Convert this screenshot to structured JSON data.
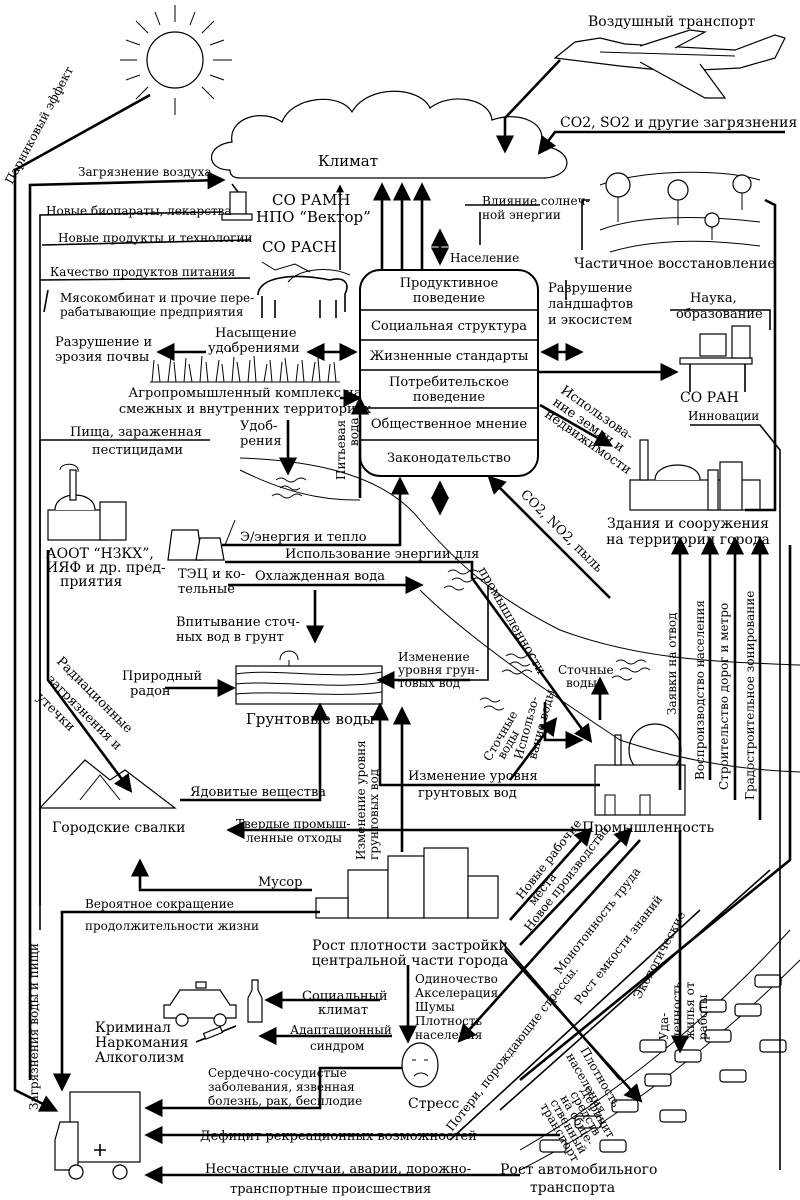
{
  "labels": {
    "air_transport": "Воздушный транспорт",
    "co2_so2": "CO2, SO2 и другие загрязнения",
    "greenhouse": "Парниковый эффект",
    "air_pollution": "Загрязнение воздуха",
    "climate": "Климат",
    "so_ramn": "СО РАМН",
    "npo_vector": "НПО “Вектор”",
    "new_bioprep": "Новые биопараты, лекарства",
    "new_products": "Новые продукты и технологии",
    "so_rasn": "СО РАСН",
    "food_quality": "Качество продуктов питания",
    "meat_plant_1": "Мясокомбинат и прочие пере-",
    "meat_plant_2": "рабатывающие предприятия",
    "solar_1": "Влияние солнеч-",
    "solar_2": "ной энергии",
    "population": "Население",
    "partial_restore": "Частичное восстановление",
    "landscape_1": "Разрушение",
    "landscape_2": "ландшафтов",
    "landscape_3": "и экосистем",
    "science_1": "Наука,",
    "science_2": "образование",
    "so_ran": "СО РАН",
    "innovations": "Инновации",
    "fert_sat_1": "Насыщение",
    "fert_sat_2": "удобрениями",
    "soil_1": "Разрушение и",
    "soil_2": "эрозия почвы",
    "agro_1": "Агропромышленный комплекс на",
    "agro_2": "смежных и внутренних территориях",
    "fertilizers_1": "Удоб-",
    "fertilizers_2": "рения",
    "drink_water_1": "Питьевая",
    "drink_water_2": "вода",
    "food_pest_1": "Пища, зараженная",
    "food_pest_2": "пестицидами",
    "land_use_1": "Использова-",
    "land_use_2": "ние земли и",
    "land_use_3": "недвижимости",
    "co2_no2": "CO2, NO2, пыль",
    "buildings_1": "Здания и сооружения",
    "buildings_2": "на территории города",
    "aoot_1": "АООТ “НЗКХ”,",
    "aoot_2": "ИЯФ и др. пред-",
    "aoot_3": "приятия",
    "energy_heat": "Э/энергия и тепло",
    "energy_use": "Использование энергии для",
    "industry_use": "промышленности",
    "tec_1": "ТЭЦ и ко-",
    "tec_2": "тельные",
    "cooled_water": "Охлажденная вода",
    "seepage_1": "Впитывание сточ-",
    "seepage_2": "ных вод в грунт",
    "natural_radon_1": "Природный",
    "natural_radon_2": "радон",
    "gw_level_1": "Изменение",
    "gw_level_2": "уровня грун-",
    "gw_level_3": "товых вод",
    "groundwater": "Грунтовые воды",
    "waste_water_top_1": "Сточные",
    "waste_water_top_2": "воды",
    "waste_water_mid_1": "Сточные",
    "waste_water_mid_2": "воды",
    "water_use_1": "Использо-",
    "water_use_2": "вание воды",
    "radiation_1": "Радиационные",
    "radiation_2": "загрязнения и",
    "radiation_3": "утечки",
    "toxic": "Ядовитые вещества",
    "gw_change_1": "Изменение уровня",
    "gw_change_2": "грунтовых вод",
    "gw_level_v_1": "Изменение уровня",
    "gw_level_v_2": "грунтовых вод",
    "dumps": "Городские свалки",
    "solid_waste_1": "Твердые промыш-",
    "solid_waste_2": "ленные отходы",
    "industry": "Промышленность",
    "garbage": "Мусор",
    "new_jobs_1": "Новые рабочие",
    "new_jobs_2": "места",
    "new_production": "Новое производство",
    "monotony": "Монотонность труда",
    "knowledge": "Рост емкости знаний",
    "requests": "Заявки на отвод",
    "reproduction": "Воспроизводство населения",
    "roads_metro": "Строительство дорог и метро",
    "zoning": "Градостроительное зонирование",
    "life_short_1": "Вероятное сокращение",
    "life_short_2": "продолжительности жизни",
    "density_1": "Рост плотности застройки",
    "density_2": "центральной части города",
    "loneliness_1": "Одиночество",
    "loneliness_2": "Акселерация",
    "loneliness_3": "Шумы",
    "loneliness_4": "Плотность",
    "loneliness_5": "населения",
    "social_1": "Социальный",
    "social_2": "климат",
    "crime_1": "Криминал",
    "crime_2": "Наркомания",
    "crime_3": "Алкоголизм",
    "adapt_1": "Адаптационный",
    "adapt_2": "синдром",
    "ecological": "Экологические",
    "distance_1": "Уда-",
    "distance_2": "ленность",
    "distance_3": "жилья от",
    "distance_4": "работы",
    "cardio_1": "Сердечно-сосудистые",
    "cardio_2": "заболевания, язвенная",
    "cardio_3": "болезнь, рак, бесплодие",
    "stress": "Стресс",
    "losses": "Потери, порождающие стрессы.",
    "pop_density_1": "Плотность",
    "pop_density_2": "населения",
    "deficit_transport_1": "Дефицит",
    "deficit_transport_2": "средств",
    "deficit_transport_3": "на обще-",
    "deficit_transport_4": "ственный",
    "deficit_transport_5": "транспорт",
    "recreation": "Дефицит рекреационных возможностей",
    "accidents_1": "Несчастные случаи, аварии, дорожно-",
    "accidents_2": "транспортные происшествия",
    "water_food_poll": "Загрязнения воды и пищи",
    "car_growth_1": "Рост автомобильного",
    "car_growth_2": "транспорта"
  },
  "center_box": {
    "rows": [
      "Продуктивное поведение",
      "Социальная структура",
      "Жизненные стандарты",
      "Потребительское поведение",
      "Общественное мнение",
      "Законодательство"
    ],
    "row0_a": "Продуктивное",
    "row0_b": "поведение",
    "row3_a": "Потребительское",
    "row3_b": "поведение"
  }
}
